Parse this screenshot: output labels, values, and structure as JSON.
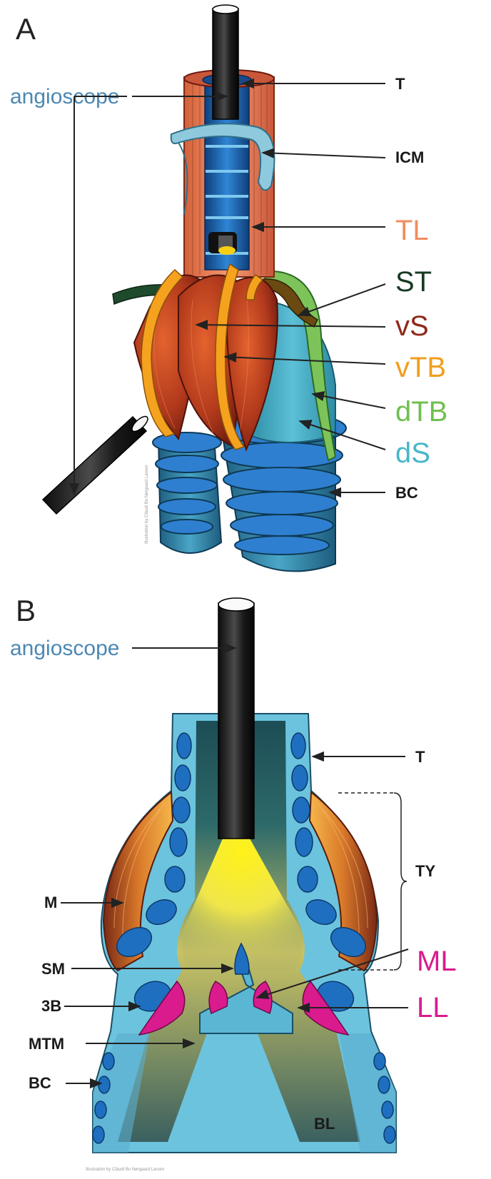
{
  "colors": {
    "trachea_label": "#1a1a1a",
    "angioscope": "#4b88b3",
    "TL": "#f08d5e",
    "ST": "#173a23",
    "vS": "#8d2a1a",
    "vTB": "#f29d1c",
    "dTB": "#6fbf4f",
    "dS": "#47b7c9",
    "ML": "#d91b8e",
    "LL": "#d91b8e",
    "cartilage_blue": "#1f6fc0",
    "tissue_blue": "#6cc3dd",
    "light_yellow": "#f3ea20"
  },
  "panelA": {
    "letter": "A",
    "labels": {
      "angioscope": "angioscope",
      "T": "T",
      "ICM": "ICM",
      "TL": "TL",
      "ST": "ST",
      "vS": "vS",
      "vTB": "vTB",
      "dTB": "dTB",
      "dS": "dS",
      "BC": "BC"
    },
    "credit": "Illustration by Cläudi Bo Nørgaard Larsen"
  },
  "panelB": {
    "letter": "B",
    "labels": {
      "angioscope": "angioscope",
      "T": "T",
      "TY": "TY",
      "M": "M",
      "ML": "ML",
      "SM": "SM",
      "3B": "3B",
      "LL": "LL",
      "MTM": "MTM",
      "BC": "BC",
      "BL": "BL"
    },
    "credit": "Illustration by Cläudi Bo Nørgaard Larsen"
  }
}
